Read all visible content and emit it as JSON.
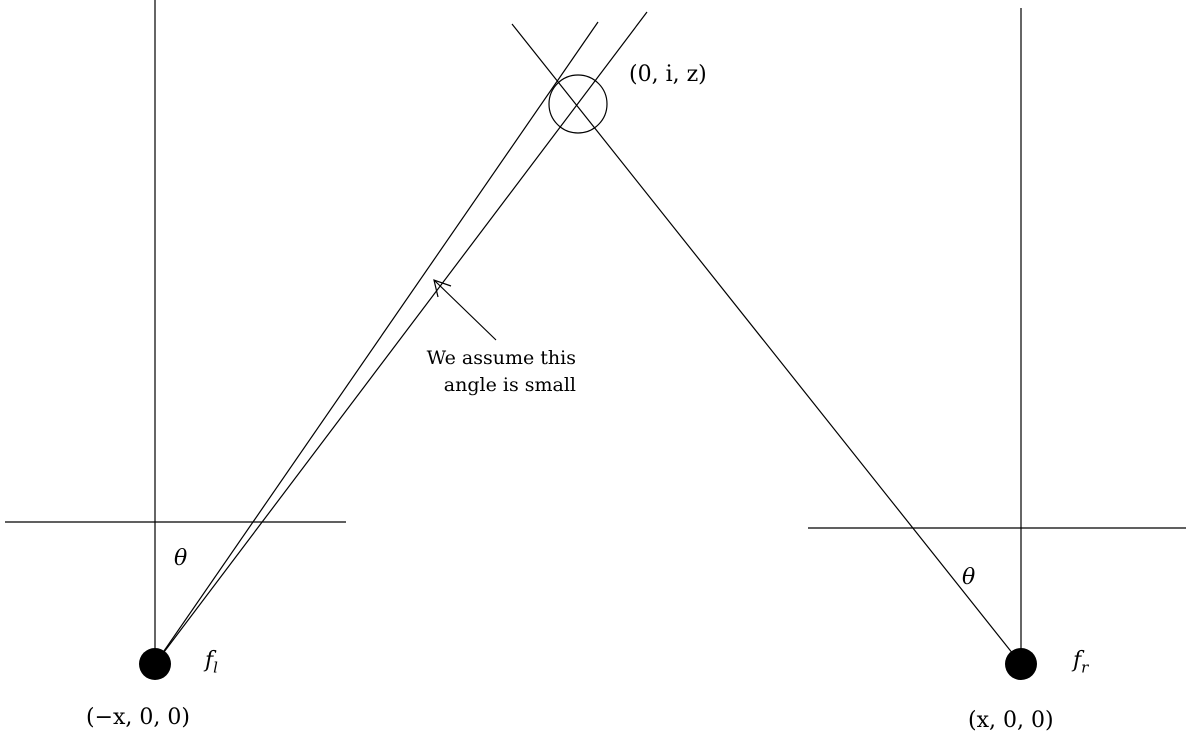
{
  "labels": {
    "intersection": "(0, i, z)",
    "left_focus": "f_l",
    "right_focus": "f_r",
    "left_coord": "(−x, 0, 0)",
    "right_coord": "(x, 0, 0)",
    "left_angle": "θ",
    "right_angle": "θ",
    "note_line1": "We assume this",
    "note_line2": "angle is small"
  },
  "colors": {
    "ink": "#000000",
    "background": "#ffffff"
  }
}
